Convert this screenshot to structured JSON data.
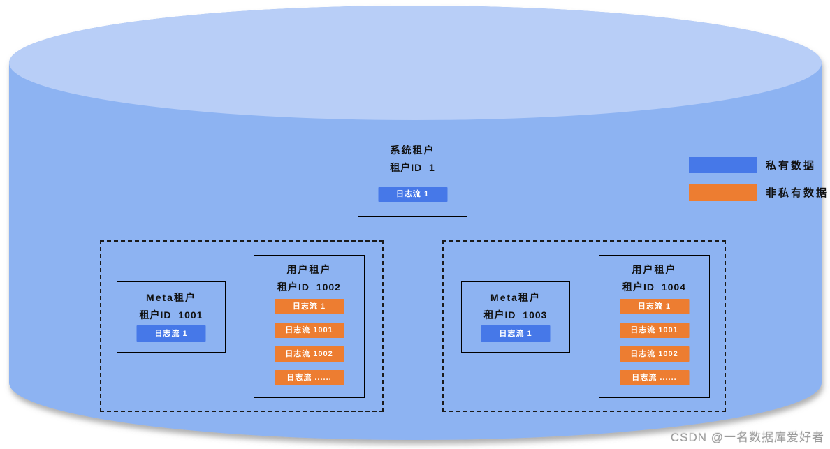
{
  "diagram": {
    "colors": {
      "cylinder_top": "#b8cef7",
      "cylinder_body": "#8db3f2",
      "private": "#4678e8",
      "non_private": "#ed7d31"
    },
    "legend": {
      "private_label": "私有数据",
      "non_private_label": "非私有数据"
    },
    "system_tenant": {
      "title": "系统租户",
      "subtitle": "租户ID  1",
      "streams": [
        {
          "label": "日志流 1",
          "type": "private"
        }
      ]
    },
    "groups": [
      {
        "meta_tenant": {
          "title": "Meta租户",
          "subtitle": "租户ID  1001",
          "streams": [
            {
              "label": "日志流 1",
              "type": "private"
            }
          ]
        },
        "user_tenant": {
          "title": "用户租户",
          "subtitle": "租户ID  1002",
          "streams": [
            {
              "label": "日志流 1",
              "type": "non_private"
            },
            {
              "label": "日志流 1001",
              "type": "non_private"
            },
            {
              "label": "日志流 1002",
              "type": "non_private"
            },
            {
              "label": "日志流 ......",
              "type": "non_private"
            }
          ]
        }
      },
      {
        "meta_tenant": {
          "title": "Meta租户",
          "subtitle": "租户ID  1003",
          "streams": [
            {
              "label": "日志流 1",
              "type": "private"
            }
          ]
        },
        "user_tenant": {
          "title": "用户租户",
          "subtitle": "租户ID  1004",
          "streams": [
            {
              "label": "日志流 1",
              "type": "non_private"
            },
            {
              "label": "日志流 1001",
              "type": "non_private"
            },
            {
              "label": "日志流 1002",
              "type": "non_private"
            },
            {
              "label": "日志流 ......",
              "type": "non_private"
            }
          ]
        }
      }
    ],
    "watermark": "CSDN @一名数据库爱好者"
  }
}
